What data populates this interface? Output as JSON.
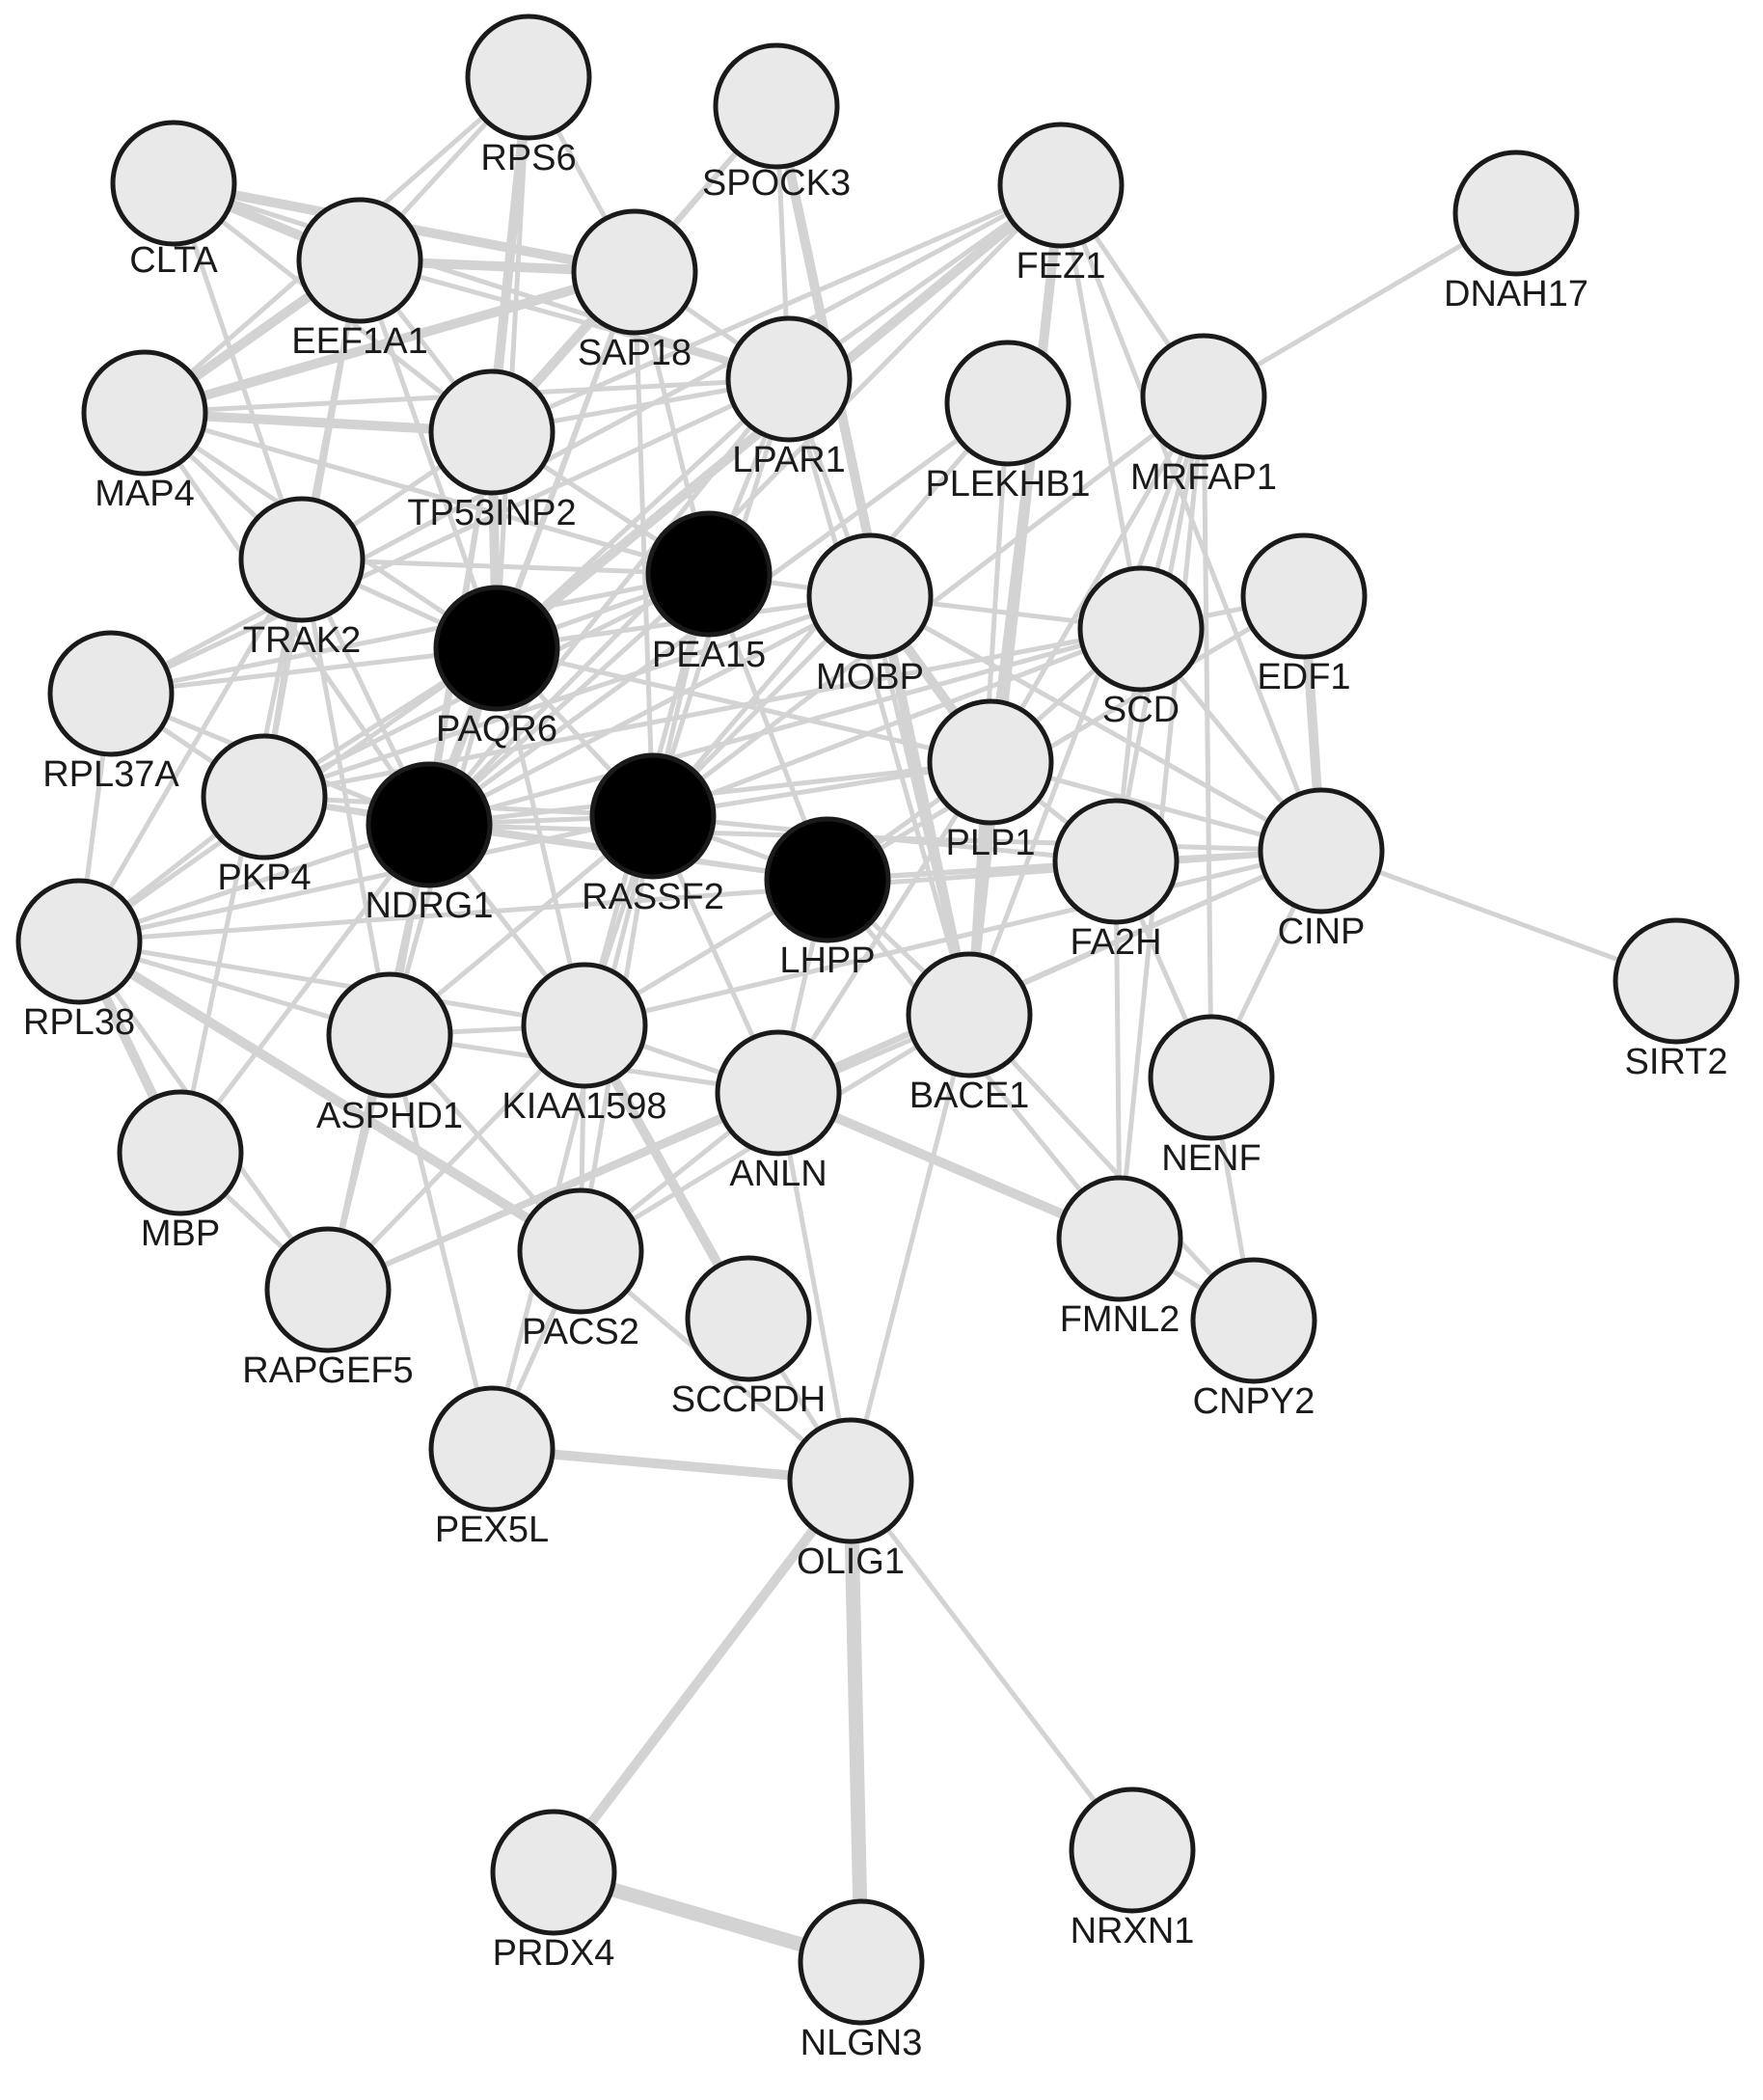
{
  "colors": {
    "background": "#ffffff",
    "node_default": "#e9e9e9",
    "node_highlight": "#000000",
    "node_border": "#1a1a1a",
    "edge": "#d3d3d3",
    "label": "#1a1a1a"
  },
  "graph": {
    "nodes": [
      {
        "id": "RPS6",
        "label": "RPS6",
        "highlight": false
      },
      {
        "id": "SPOCK3",
        "label": "SPOCK3",
        "highlight": false
      },
      {
        "id": "CLTA",
        "label": "CLTA",
        "highlight": false
      },
      {
        "id": "EEF1A1",
        "label": "EEF1A1",
        "highlight": false
      },
      {
        "id": "SAP18",
        "label": "SAP18",
        "highlight": false
      },
      {
        "id": "FEZ1",
        "label": "FEZ1",
        "highlight": false
      },
      {
        "id": "DNAH17",
        "label": "DNAH17",
        "highlight": false
      },
      {
        "id": "MAP4",
        "label": "MAP4",
        "highlight": false
      },
      {
        "id": "TP53INP2",
        "label": "TP53INP2",
        "highlight": false
      },
      {
        "id": "LPAR1",
        "label": "LPAR1",
        "highlight": false
      },
      {
        "id": "PLEKHB1",
        "label": "PLEKHB1",
        "highlight": false
      },
      {
        "id": "MRFAP1",
        "label": "MRFAP1",
        "highlight": false
      },
      {
        "id": "TRAK2",
        "label": "TRAK2",
        "highlight": false
      },
      {
        "id": "PEA15",
        "label": "PEA15",
        "highlight": true
      },
      {
        "id": "MOBP",
        "label": "MOBP",
        "highlight": false
      },
      {
        "id": "SCD",
        "label": "SCD",
        "highlight": false
      },
      {
        "id": "EDF1",
        "label": "EDF1",
        "highlight": false
      },
      {
        "id": "RPL37A",
        "label": "RPL37A",
        "highlight": false
      },
      {
        "id": "PAQR6",
        "label": "PAQR6",
        "highlight": true
      },
      {
        "id": "PKP4",
        "label": "PKP4",
        "highlight": false
      },
      {
        "id": "NDRG1",
        "label": "NDRG1",
        "highlight": true
      },
      {
        "id": "RASSF2",
        "label": "RASSF2",
        "highlight": true
      },
      {
        "id": "LHPP",
        "label": "LHPP",
        "highlight": true
      },
      {
        "id": "PLP1",
        "label": "PLP1",
        "highlight": false
      },
      {
        "id": "FA2H",
        "label": "FA2H",
        "highlight": false
      },
      {
        "id": "CINP",
        "label": "CINP",
        "highlight": false
      },
      {
        "id": "SIRT2",
        "label": "SIRT2",
        "highlight": false
      },
      {
        "id": "RPL38",
        "label": "RPL38",
        "highlight": false
      },
      {
        "id": "ASPHD1",
        "label": "ASPHD1",
        "highlight": false
      },
      {
        "id": "KIAA1598",
        "label": "KIAA1598",
        "highlight": false
      },
      {
        "id": "ANLN",
        "label": "ANLN",
        "highlight": false
      },
      {
        "id": "BACE1",
        "label": "BACE1",
        "highlight": false
      },
      {
        "id": "NENF",
        "label": "NENF",
        "highlight": false
      },
      {
        "id": "MBP",
        "label": "MBP",
        "highlight": false
      },
      {
        "id": "RAPGEF5",
        "label": "RAPGEF5",
        "highlight": false
      },
      {
        "id": "PACS2",
        "label": "PACS2",
        "highlight": false
      },
      {
        "id": "SCCPDH",
        "label": "SCCPDH",
        "highlight": false
      },
      {
        "id": "FMNL2",
        "label": "FMNL2",
        "highlight": false
      },
      {
        "id": "CNPY2",
        "label": "CNPY2",
        "highlight": false
      },
      {
        "id": "PEX5L",
        "label": "PEX5L",
        "highlight": false
      },
      {
        "id": "OLIG1",
        "label": "OLIG1",
        "highlight": false
      },
      {
        "id": "PRDX4",
        "label": "PRDX4",
        "highlight": false
      },
      {
        "id": "NLGN3",
        "label": "NLGN3",
        "highlight": false
      },
      {
        "id": "NRXN1",
        "label": "NRXN1",
        "highlight": false
      }
    ],
    "edges": [
      [
        "CLTA",
        "EEF1A1",
        2
      ],
      [
        "CLTA",
        "SAP18",
        2
      ],
      [
        "CLTA",
        "LPAR1",
        1
      ],
      [
        "CLTA",
        "TRAK2",
        1
      ],
      [
        "CLTA",
        "TP53INP2",
        1
      ],
      [
        "RPS6",
        "EEF1A1",
        1
      ],
      [
        "RPS6",
        "SAP18",
        1
      ],
      [
        "RPS6",
        "TP53INP2",
        2
      ],
      [
        "RPS6",
        "PAQR6",
        1
      ],
      [
        "RPS6",
        "MAP4",
        1
      ],
      [
        "SPOCK3",
        "LPAR1",
        1
      ],
      [
        "SPOCK3",
        "TP53INP2",
        1
      ],
      [
        "SPOCK3",
        "BACE1",
        2
      ],
      [
        "SPOCK3",
        "SAP18",
        1
      ],
      [
        "EEF1A1",
        "SAP18",
        2
      ],
      [
        "EEF1A1",
        "MAP4",
        2
      ],
      [
        "EEF1A1",
        "TP53INP2",
        1
      ],
      [
        "EEF1A1",
        "TRAK2",
        1
      ],
      [
        "EEF1A1",
        "PAQR6",
        1
      ],
      [
        "EEF1A1",
        "LPAR1",
        1
      ],
      [
        "EEF1A1",
        "PKP4",
        1
      ],
      [
        "SAP18",
        "TP53INP2",
        2
      ],
      [
        "SAP18",
        "LPAR1",
        1
      ],
      [
        "SAP18",
        "MAP4",
        2
      ],
      [
        "SAP18",
        "PAQR6",
        1
      ],
      [
        "SAP18",
        "NDRG1",
        1
      ],
      [
        "SAP18",
        "RASSF2",
        1
      ],
      [
        "SAP18",
        "PEA15",
        1
      ],
      [
        "MAP4",
        "TP53INP2",
        2
      ],
      [
        "MAP4",
        "TRAK2",
        1
      ],
      [
        "MAP4",
        "PEA15",
        1
      ],
      [
        "MAP4",
        "PAQR6",
        1
      ],
      [
        "MAP4",
        "NDRG1",
        1
      ],
      [
        "MAP4",
        "LPAR1",
        1
      ],
      [
        "TP53INP2",
        "LPAR1",
        1
      ],
      [
        "TP53INP2",
        "TRAK2",
        1
      ],
      [
        "TP53INP2",
        "PAQR6",
        2
      ],
      [
        "TP53INP2",
        "NDRG1",
        1
      ],
      [
        "TP53INP2",
        "PEA15",
        1
      ],
      [
        "TP53INP2",
        "ASPHD1",
        1
      ],
      [
        "LPAR1",
        "PEA15",
        1
      ],
      [
        "LPAR1",
        "PAQR6",
        1
      ],
      [
        "LPAR1",
        "MOBP",
        1
      ],
      [
        "LPAR1",
        "BACE1",
        1
      ],
      [
        "LPAR1",
        "NDRG1",
        1
      ],
      [
        "LPAR1",
        "RASSF2",
        1
      ],
      [
        "FEZ1",
        "PAQR6",
        2
      ],
      [
        "FEZ1",
        "PLP1",
        1
      ],
      [
        "FEZ1",
        "BACE1",
        2
      ],
      [
        "FEZ1",
        "MRFAP1",
        1
      ],
      [
        "FEZ1",
        "NDRG1",
        1
      ],
      [
        "FEZ1",
        "RPL37A",
        1
      ],
      [
        "FEZ1",
        "TP53INP2",
        1
      ],
      [
        "FEZ1",
        "SCD",
        1
      ],
      [
        "FEZ1",
        "CINP",
        1
      ],
      [
        "FEZ1",
        "LPAR1",
        1
      ],
      [
        "DNAH17",
        "MRFAP1",
        1
      ],
      [
        "PLEKHB1",
        "NDRG1",
        1
      ],
      [
        "PLEKHB1",
        "BACE1",
        1
      ],
      [
        "PLEKHB1",
        "RASSF2",
        1
      ],
      [
        "MRFAP1",
        "PLP1",
        1
      ],
      [
        "MRFAP1",
        "SCD",
        1
      ],
      [
        "MRFAP1",
        "FA2H",
        1
      ],
      [
        "MRFAP1",
        "NENF",
        1
      ],
      [
        "MRFAP1",
        "RASSF2",
        1
      ],
      [
        "MRFAP1",
        "BACE1",
        1
      ],
      [
        "MRFAP1",
        "FMNL2",
        1
      ],
      [
        "TRAK2",
        "PAQR6",
        1
      ],
      [
        "TRAK2",
        "NDRG1",
        1
      ],
      [
        "TRAK2",
        "RPL38",
        1
      ],
      [
        "TRAK2",
        "PKP4",
        1
      ],
      [
        "TRAK2",
        "PEA15",
        1
      ],
      [
        "TRAK2",
        "ASPHD1",
        1
      ],
      [
        "PEA15",
        "PAQR6",
        1
      ],
      [
        "PEA15",
        "NDRG1",
        1
      ],
      [
        "PEA15",
        "RASSF2",
        1
      ],
      [
        "PEA15",
        "LHPP",
        1
      ],
      [
        "PEA15",
        "MOBP",
        1
      ],
      [
        "PEA15",
        "PKP4",
        1
      ],
      [
        "PEA15",
        "RPL37A",
        1
      ],
      [
        "PEA15",
        "KIAA1598",
        1
      ],
      [
        "MOBP",
        "PLP1",
        2
      ],
      [
        "MOBP",
        "SCD",
        1
      ],
      [
        "MOBP",
        "BACE1",
        1
      ],
      [
        "MOBP",
        "CINP",
        1
      ],
      [
        "MOBP",
        "NDRG1",
        1
      ],
      [
        "MOBP",
        "RASSF2",
        1
      ],
      [
        "MOBP",
        "PAQR6",
        1
      ],
      [
        "SCD",
        "PLP1",
        1
      ],
      [
        "SCD",
        "RASSF2",
        1
      ],
      [
        "SCD",
        "PKP4",
        1
      ],
      [
        "SCD",
        "NDRG1",
        1
      ],
      [
        "SCD",
        "CINP",
        1
      ],
      [
        "SCD",
        "FA2H",
        1
      ],
      [
        "EDF1",
        "CINP",
        2
      ],
      [
        "EDF1",
        "SCD",
        1
      ],
      [
        "EDF1",
        "LHPP",
        1
      ],
      [
        "RPL37A",
        "PAQR6",
        1
      ],
      [
        "RPL37A",
        "PKP4",
        1
      ],
      [
        "RPL37A",
        "RPL38",
        1
      ],
      [
        "RPL37A",
        "NDRG1",
        1
      ],
      [
        "RPL37A",
        "LPAR1",
        1
      ],
      [
        "PAQR6",
        "NDRG1",
        2
      ],
      [
        "PAQR6",
        "RASSF2",
        1
      ],
      [
        "PAQR6",
        "PKP4",
        1
      ],
      [
        "PAQR6",
        "ASPHD1",
        1
      ],
      [
        "PAQR6",
        "RPL38",
        1
      ],
      [
        "PAQR6",
        "KIAA1598",
        1
      ],
      [
        "PAQR6",
        "PLP1",
        1
      ],
      [
        "PKP4",
        "NDRG1",
        1
      ],
      [
        "PKP4",
        "RPL38",
        1
      ],
      [
        "PKP4",
        "RASSF2",
        1
      ],
      [
        "PKP4",
        "MOBP",
        1
      ],
      [
        "PKP4",
        "LHPP",
        1
      ],
      [
        "NDRG1",
        "RASSF2",
        1
      ],
      [
        "NDRG1",
        "ASPHD1",
        1
      ],
      [
        "NDRG1",
        "KIAA1598",
        1
      ],
      [
        "NDRG1",
        "RPL38",
        1
      ],
      [
        "NDRG1",
        "PLP1",
        1
      ],
      [
        "NDRG1",
        "LHPP",
        1
      ],
      [
        "NDRG1",
        "RAPGEF5",
        1
      ],
      [
        "NDRG1",
        "CINP",
        1
      ],
      [
        "NDRG1",
        "MBP",
        1
      ],
      [
        "RASSF2",
        "LHPP",
        1
      ],
      [
        "RASSF2",
        "KIAA1598",
        1
      ],
      [
        "RASSF2",
        "ANLN",
        1
      ],
      [
        "RASSF2",
        "PACS2",
        1
      ],
      [
        "RASSF2",
        "RPL38",
        1
      ],
      [
        "RASSF2",
        "PLP1",
        1
      ],
      [
        "RASSF2",
        "FA2H",
        1
      ],
      [
        "RASSF2",
        "PEX5L",
        1
      ],
      [
        "RASSF2",
        "ASPHD1",
        1
      ],
      [
        "LHPP",
        "BACE1",
        1
      ],
      [
        "LHPP",
        "PLP1",
        1
      ],
      [
        "LHPP",
        "ANLN",
        1
      ],
      [
        "LHPP",
        "KIAA1598",
        1
      ],
      [
        "LHPP",
        "CINP",
        1
      ],
      [
        "LHPP",
        "FMNL2",
        1
      ],
      [
        "LHPP",
        "FA2H",
        1
      ],
      [
        "PLP1",
        "BACE1",
        1
      ],
      [
        "PLP1",
        "FA2H",
        1
      ],
      [
        "PLP1",
        "CINP",
        1
      ],
      [
        "PLP1",
        "ANLN",
        1
      ],
      [
        "FA2H",
        "NENF",
        1
      ],
      [
        "FA2H",
        "CINP",
        1
      ],
      [
        "FA2H",
        "FMNL2",
        1
      ],
      [
        "CINP",
        "SIRT2",
        1
      ],
      [
        "CINP",
        "NENF",
        1
      ],
      [
        "CINP",
        "ANLN",
        1
      ],
      [
        "CINP",
        "RPL38",
        1
      ],
      [
        "CINP",
        "KIAA1598",
        1
      ],
      [
        "RPL38",
        "MBP",
        2
      ],
      [
        "RPL38",
        "ASPHD1",
        1
      ],
      [
        "RPL38",
        "PACS2",
        2
      ],
      [
        "RPL38",
        "KIAA1598",
        1
      ],
      [
        "RPL38",
        "RAPGEF5",
        1
      ],
      [
        "ASPHD1",
        "KIAA1598",
        1
      ],
      [
        "ASPHD1",
        "RAPGEF5",
        1
      ],
      [
        "ASPHD1",
        "PACS2",
        1
      ],
      [
        "ASPHD1",
        "ANLN",
        1
      ],
      [
        "KIAA1598",
        "ANLN",
        1
      ],
      [
        "KIAA1598",
        "SCCPDH",
        2
      ],
      [
        "KIAA1598",
        "PACS2",
        1
      ],
      [
        "KIAA1598",
        "RAPGEF5",
        1
      ],
      [
        "ANLN",
        "OLIG1",
        1
      ],
      [
        "ANLN",
        "FMNL2",
        2
      ],
      [
        "ANLN",
        "PACS2",
        1
      ],
      [
        "BACE1",
        "OLIG1",
        1
      ],
      [
        "BACE1",
        "CNPY2",
        1
      ],
      [
        "BACE1",
        "PACS2",
        1
      ],
      [
        "BACE1",
        "RAPGEF5",
        1
      ],
      [
        "NENF",
        "CNPY2",
        1
      ],
      [
        "MBP",
        "RAPGEF5",
        1
      ],
      [
        "MBP",
        "TRAK2",
        1
      ],
      [
        "RAPGEF5",
        "CINP",
        1
      ],
      [
        "PACS2",
        "PEX5L",
        1
      ],
      [
        "PACS2",
        "OLIG1",
        1
      ],
      [
        "SCCPDH",
        "OLIG1",
        1
      ],
      [
        "PEX5L",
        "OLIG1",
        2
      ],
      [
        "PEX5L",
        "ASPHD1",
        1
      ],
      [
        "OLIG1",
        "PRDX4",
        2
      ],
      [
        "OLIG1",
        "NLGN3",
        3
      ],
      [
        "OLIG1",
        "NRXN1",
        1
      ],
      [
        "PRDX4",
        "NLGN3",
        3
      ],
      [
        "FMNL2",
        "CNPY2",
        1
      ]
    ]
  }
}
